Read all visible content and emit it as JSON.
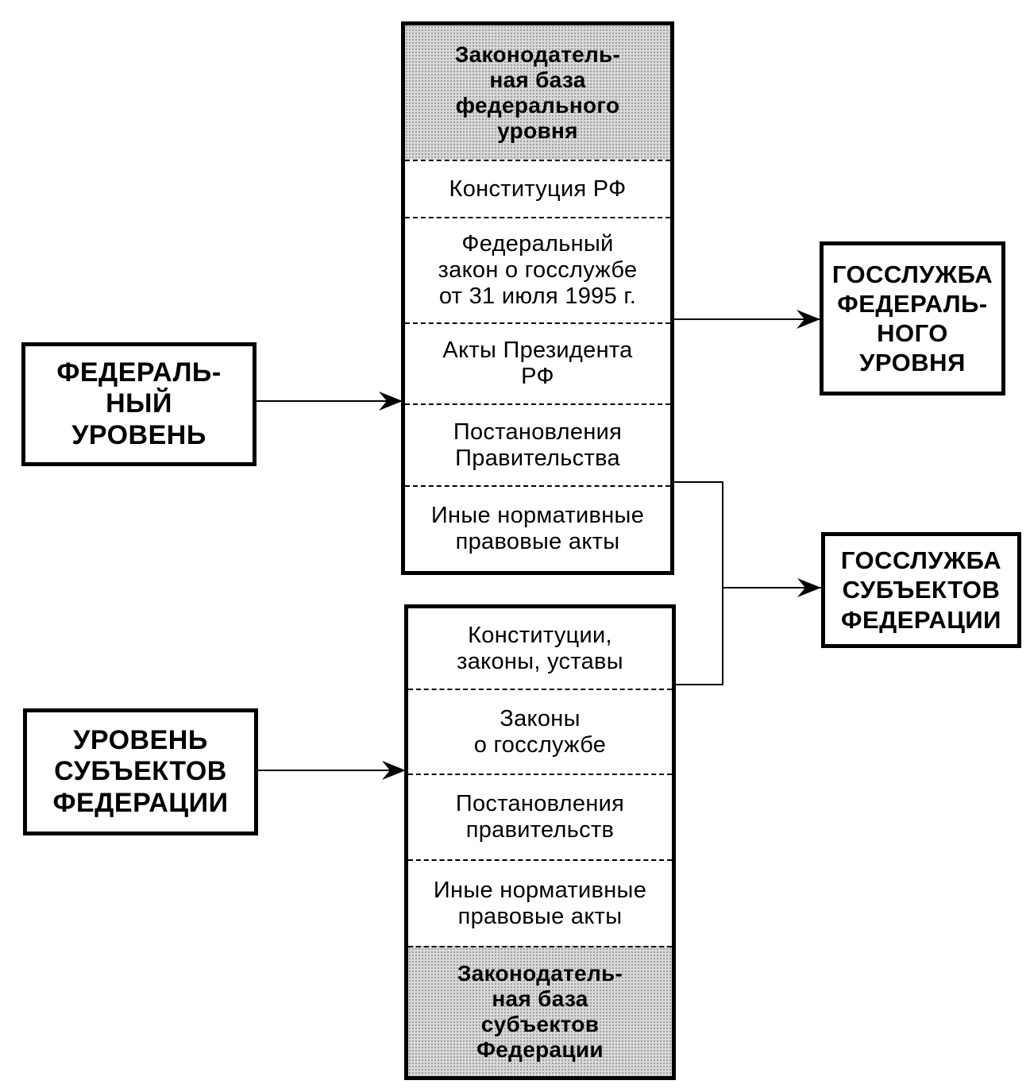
{
  "left_boxes": {
    "federal": [
      "ФЕДЕРАЛЬ-",
      "НЫЙ",
      "УРОВЕНЬ"
    ],
    "subjects": [
      "УРОВЕНЬ",
      "СУБЪЕКТОВ",
      "ФЕДЕРАЦИИ"
    ]
  },
  "federal_base": {
    "header": [
      "Законодатель-",
      "ная база",
      "федерального",
      "уровня"
    ],
    "items": [
      [
        "Конституция РФ"
      ],
      [
        "Федеральный",
        "закон о госслужбе",
        "от 31 июля 1995 г."
      ],
      [
        "Акты Президента",
        "РФ"
      ],
      [
        "Постановления",
        "Правительства"
      ],
      [
        "Иные нормативные",
        "правовые акты"
      ]
    ]
  },
  "subjects_base": {
    "items": [
      [
        "Конституции,",
        "законы, уставы"
      ],
      [
        "Законы",
        "о госслужбе"
      ],
      [
        "Постановления",
        "правительств"
      ],
      [
        "Иные нормативные",
        "правовые акты"
      ]
    ],
    "footer": [
      "Законодатель-",
      "ная база",
      "субъектов",
      "Федерации"
    ]
  },
  "right_boxes": {
    "federal_service": [
      "ГОССЛУЖБА",
      "ФЕДЕРАЛЬ-",
      "НОГО",
      "УРОВНЯ"
    ],
    "subjects_service": [
      "ГОССЛУЖБА",
      "СУБЪЕКТОВ",
      "ФЕДЕРАЦИИ"
    ]
  }
}
